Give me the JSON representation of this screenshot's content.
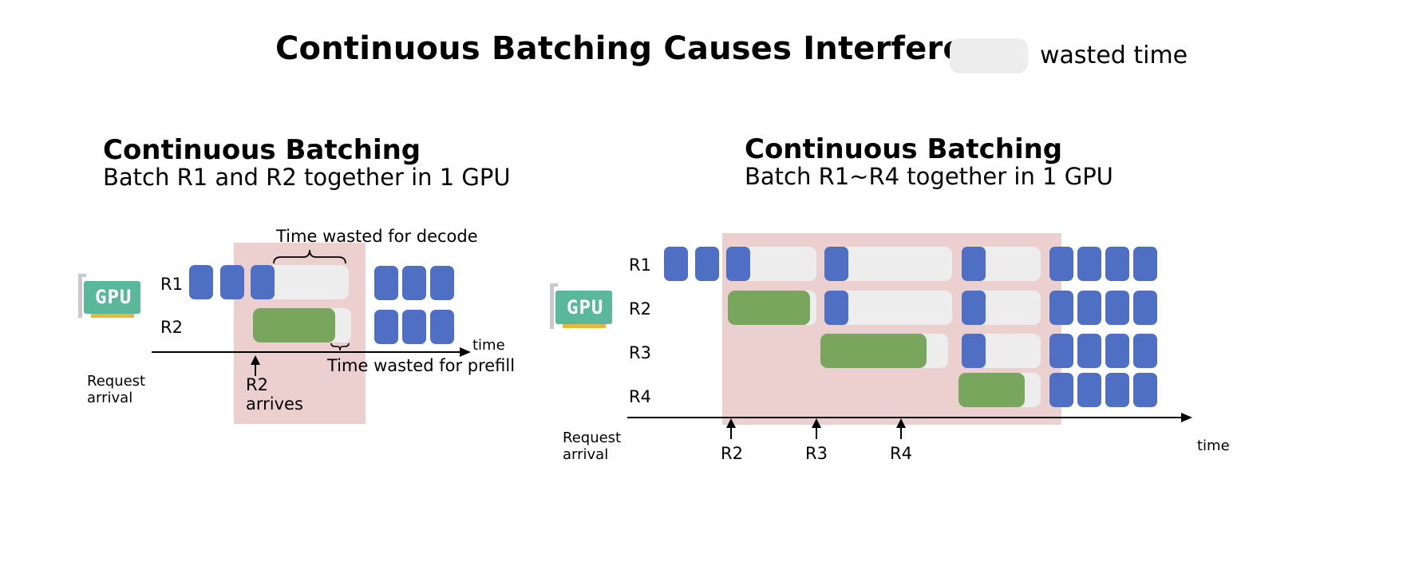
{
  "title": "Continuous Batching Causes Interference",
  "legend": {
    "label": "wasted time"
  },
  "left_panel": {
    "title": "Continuous Batching",
    "subtitle": "Batch R1 and R2 together in 1 GPU",
    "gpu_label": "GPU",
    "rows": [
      "R1",
      "R2"
    ],
    "time_label": "time",
    "request_arrival": "Request\narrival",
    "r2_arrives": "R2\narrives",
    "annotation_decode": "Time wasted for decode",
    "annotation_prefill": "Time wasted for prefill"
  },
  "right_panel": {
    "title": "Continuous Batching",
    "subtitle": "Batch R1~R4 together in 1 GPU",
    "gpu_label": "GPU",
    "rows": [
      "R1",
      "R2",
      "R3",
      "R4"
    ],
    "time_label": "time",
    "request_arrival": "Request\narrival",
    "arrivals": [
      "R2",
      "R3",
      "R4"
    ]
  },
  "colors": {
    "decode": "#4f6fc5",
    "prefill": "#77a65c",
    "wasted": "#ededed",
    "interference_region": "#ecd0d0",
    "gpu": "#5ab89a"
  }
}
